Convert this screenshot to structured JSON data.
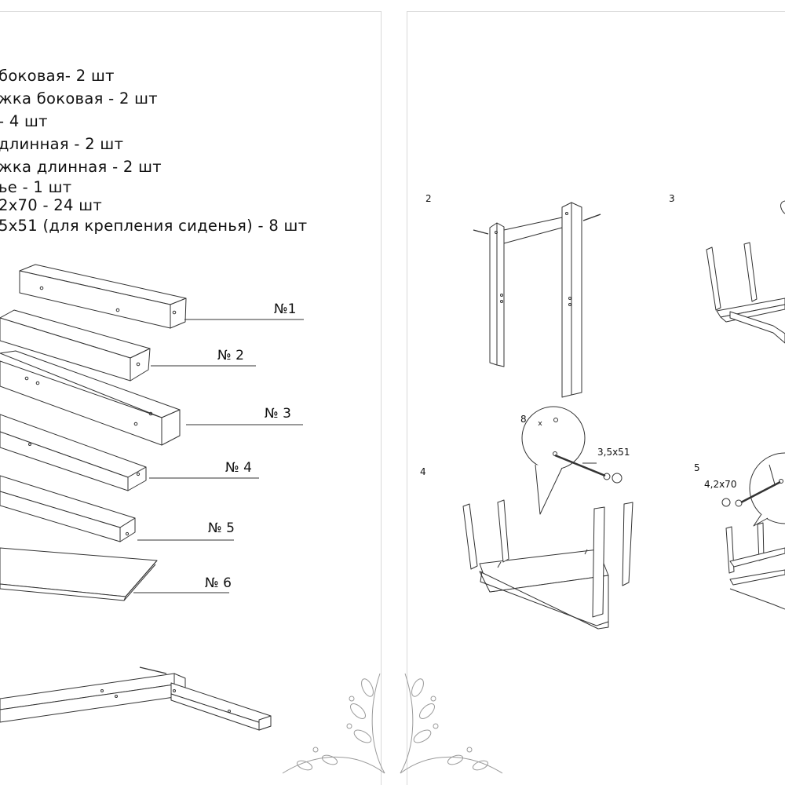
{
  "parts_list": [
    "боковая- 2 шт",
    "жка боковая - 2 шт",
    "- 4 шт",
    "длинная - 2 шт",
    "жка длинная - 2 шт",
    "ье - 1 шт",
    "2х70 - 24 шт",
    "5х51 (для крепления сиденья) - 8 шт"
  ],
  "part_labels": [
    "№1",
    "№ 2",
    "№ 3",
    "№ 4",
    "№ 5",
    "№ 6"
  ],
  "steps": [
    "2",
    "3",
    "4",
    "5"
  ],
  "callouts": {
    "count": "8",
    "screw_small": "3,5х51",
    "screw_large": "4,2х70"
  },
  "colors": {
    "line": "#333333",
    "frame": "#d8d8d8",
    "ornament": "#9a9a9a"
  },
  "icons": [
    "floral-ornament-icon"
  ]
}
